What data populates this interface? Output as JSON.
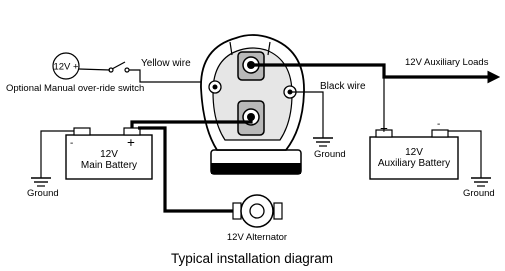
{
  "labels": {
    "voltage_source": "12V +",
    "override_switch": "Optional Manual over-ride switch",
    "yellow_wire": "Yellow wire",
    "black_wire": "Black wire",
    "aux_loads": "12V Auxiliary Loads",
    "main_battery_line1": "12V",
    "main_battery_line2": "Main Battery",
    "aux_battery_line1": "12V",
    "aux_battery_line2": "Auxiliary Battery",
    "ground_left": "Ground",
    "ground_center": "Ground",
    "ground_right": "Ground",
    "alternator": "12V Alternator",
    "caption": "Typical installation diagram",
    "plus": "+",
    "minus": "-"
  },
  "colors": {
    "line": "#000000",
    "background": "#ffffff",
    "relay_body": "#e6e6e6",
    "terminal_fill": "#b8b8b8"
  },
  "icons": [
    "ground-icon",
    "switch-icon",
    "relay-icon",
    "alternator-icon",
    "arrow-right-icon"
  ]
}
